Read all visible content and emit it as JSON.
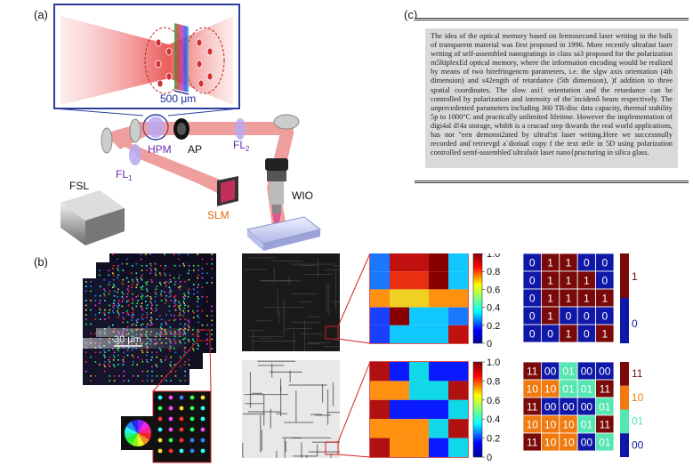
{
  "panel_labels": {
    "a": "(a)",
    "b": "(b)",
    "c": "(c)"
  },
  "panel_a": {
    "inset_scale": "500 μm",
    "labels": {
      "hpm": "HPM",
      "ap": "AP",
      "fl1": "FL",
      "fl1_sub": "1",
      "fl2": "FL",
      "fl2_sub": "2",
      "fsl": "FSL",
      "slm": "SLM",
      "wio": "WIO"
    }
  },
  "panel_b": {
    "scale": "30 μm",
    "colorbar_ticks": [
      "1.0",
      "0.8",
      "0.6",
      "0.4",
      "0.2",
      "0"
    ],
    "top_grid": [
      [
        "0",
        "1",
        "1",
        "0",
        "0"
      ],
      [
        "0",
        "1",
        "1",
        "1",
        "0"
      ],
      [
        "0",
        "1",
        "1",
        "1",
        "1"
      ],
      [
        "0",
        "1",
        "0",
        "0",
        "0"
      ],
      [
        "0",
        "0",
        "1",
        "0",
        "1"
      ]
    ],
    "top_legend": [
      "1",
      "0"
    ],
    "bottom_grid": [
      [
        "11",
        "00",
        "01",
        "00",
        "00"
      ],
      [
        "10",
        "10",
        "01",
        "01",
        "11"
      ],
      [
        "11",
        "00",
        "00",
        "00",
        "01"
      ],
      [
        "10",
        "10",
        "10",
        "01",
        "11"
      ],
      [
        "11",
        "10",
        "10",
        "00",
        "01"
      ]
    ],
    "bottom_legend": [
      "11",
      "10",
      "01",
      "00"
    ],
    "colors": {
      "c00": "#1018a8",
      "c01": "#55e6b2",
      "c10": "#f07a10",
      "c11": "#7a0a0a"
    }
  },
  "panel_c": {
    "text": "The idea of the optical memory based on femtosecond laser writing in the bulk of transparent material was first proposed in 1996. More recently ultrafast laser writing of self-assembled nanogratings in class sa3 proposed for the polarization m5ltiplexEd optical memory, where the information encoding would be realized by means of two birefringencm parameters, i.e. the slgw axis orientation (4th dimension) and s42ength of retardance (5th dimension), )f addition to three spatial coordinates. The slow axi{ orientation and the retardance can be controlled by polarization and intensity of the`incidenô beam respectively. The unprecedented parameters including 360 TB/disc data capacity, thermal stability 5p to 1000°C and practically unlimited lifetime. However the implementation of digi4al d!4a storage, whibh is a crucaal step tkwards the real world applications, has not \"een demonst2ated by ultraf!st laser writing.Here we successnully recorded and`retrievgd a`dioiual copy  f the text œile in 5D using polarization controlled semf-assembled`ultrafaót laser nano{pructuring in silica glass."
  }
}
